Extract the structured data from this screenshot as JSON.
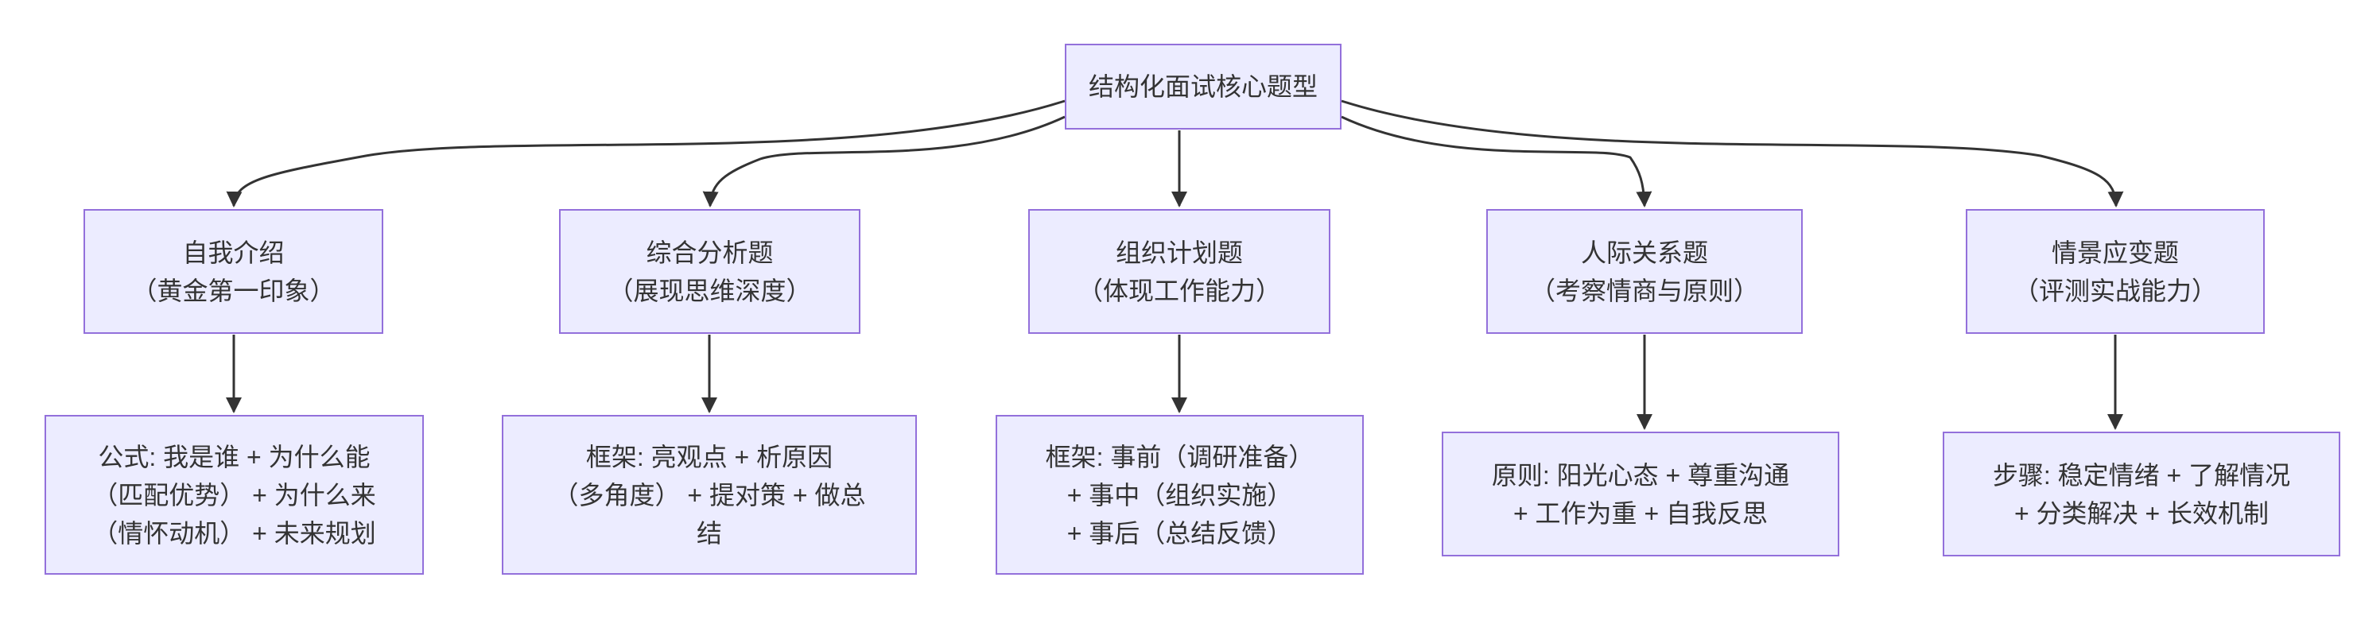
{
  "diagram": {
    "type": "flowchart-top-down",
    "root": {
      "label": "结构化面试核心题型"
    },
    "branches": [
      {
        "title_lines": [
          "自我介绍",
          "（黄金第一印象）"
        ],
        "detail_lines": [
          "公式: 我是谁 + 为什么能",
          "（匹配优势） + 为什么来",
          "（情怀动机） + 未来规划"
        ]
      },
      {
        "title_lines": [
          "综合分析题",
          "（展现思维深度）"
        ],
        "detail_lines": [
          "框架: 亮观点 + 析原因",
          "（多角度） + 提对策 + 做总",
          "结"
        ]
      },
      {
        "title_lines": [
          "组织计划题",
          "（体现工作能力）"
        ],
        "detail_lines": [
          "框架: 事前（调研准备）",
          "+ 事中（组织实施）",
          "+ 事后（总结反馈）"
        ]
      },
      {
        "title_lines": [
          "人际关系题",
          "（考察情商与原则）"
        ],
        "detail_lines": [
          "原则: 阳光心态 + 尊重沟通",
          "+ 工作为重 + 自我反思"
        ]
      },
      {
        "title_lines": [
          "情景应变题",
          "（评测实战能力）"
        ],
        "detail_lines": [
          "步骤: 稳定情绪 + 了解情况",
          "+ 分类解决 + 长效机制"
        ]
      }
    ],
    "colors": {
      "node_fill": "#ECECFF",
      "node_border": "#9370DB",
      "edge": "#333333",
      "text": "#333333"
    }
  }
}
